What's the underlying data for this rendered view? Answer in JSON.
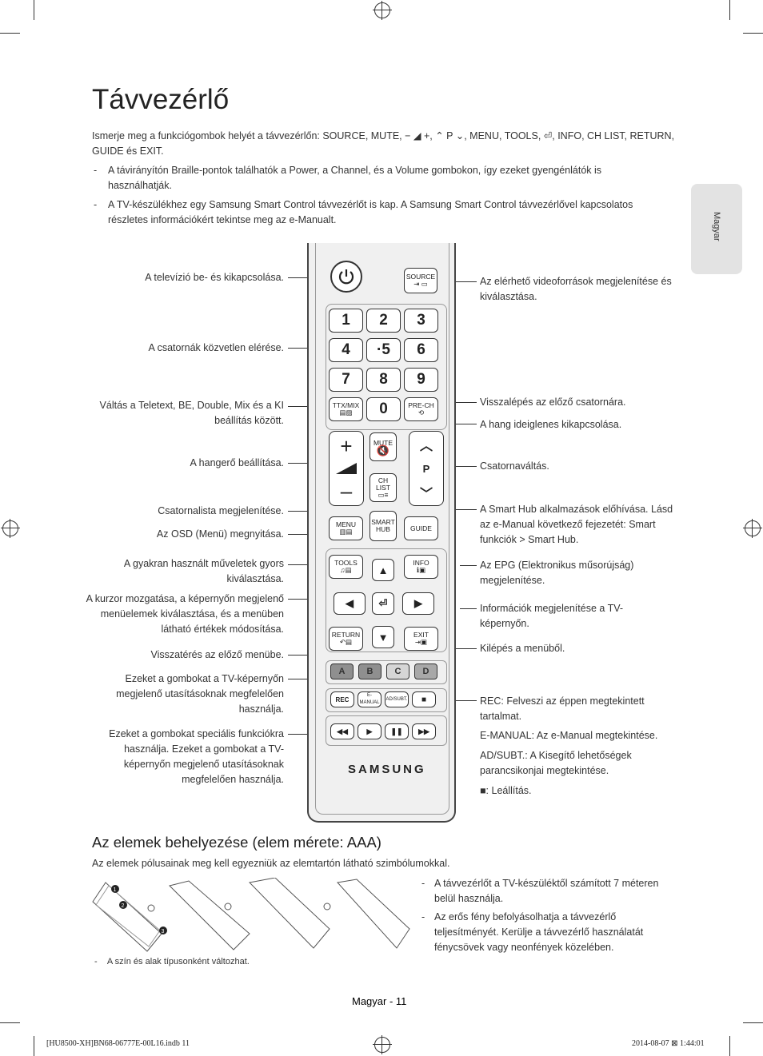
{
  "page": {
    "title": "Távvezérlő",
    "intro_text": "Ismerje meg a funkciógombok helyét a távvezérlőn: SOURCE, MUTE, − ◢ +, ⌃ P ⌄, MENU, TOOLS, ⏎, INFO, CH LIST, RETURN, GUIDE és EXIT.",
    "bullets": [
      "A távirányítón Braille-pontok találhatók a Power, a Channel, és a Volume gombokon, így ezeket gyengénlátók is használhatják.",
      "A TV-készülékhez egy Samsung Smart Control távvezérlőt is kap. A Samsung Smart Control távvezérlővel kapcsolatos részletes információkért tekintse meg az e-Manualt."
    ],
    "side_tab": "Magyar"
  },
  "left_labels": [
    "A televízió be- és kikapcsolása.",
    "A csatornák közvetlen elérése.",
    "Váltás a Teletext, BE, Double, Mix és a KI beállítás között.",
    "A hangerő beállítása.",
    "Csatornalista megjelenítése.",
    "Az OSD (Menü) megnyitása.",
    "A gyakran használt műveletek gyors kiválasztása.",
    "A kurzor mozgatása, a képernyőn megjelenő menüelemek kiválasztása, és a menüben látható értékek módosítása.",
    "Visszatérés az előző menübe.",
    "Ezeket a gombokat a TV-képernyőn megjelenő utasításoknak megfelelően használja.",
    "Ezeket a gombokat speciális funkciókra használja. Ezeket a gombokat a TV-képernyőn megjelenő utasításoknak megfelelően használja."
  ],
  "right_labels": {
    "source": "Az elérhető videoforrások megjelenítése és kiválasztása.",
    "prech": "Visszalépés az előző csatornára.",
    "mute": "A hang ideiglenes kikapcsolása.",
    "channel": "Csatornaváltás.",
    "smarthub": "A Smart Hub alkalmazások előhívása. Lásd az e-Manual következő fejezetét: Smart funkciók > Smart Hub.",
    "epg": "Az EPG (Elektronikus műsorújság) megjelenítése.",
    "info": "Információk megjelenítése a TV-képernyőn.",
    "exit": "Kilépés a menüből.",
    "rec": "REC: Felveszi az éppen megtekintett tartalmat.",
    "emanual": "E-MANUAL: Az e-Manual megtekintése.",
    "adsubt": "AD/SUBT.: A Kisegítő lehetőségek parancsikonjai megtekintése.",
    "stop": "■: Leállítás."
  },
  "remote": {
    "numbers": [
      "1",
      "2",
      "3",
      "4",
      "·5",
      "6",
      "7",
      "8",
      "9",
      "0"
    ],
    "ttx": "TTX/MIX",
    "prech": "PRE-CH",
    "mute": "MUTE",
    "chlist": "CH LIST",
    "p": "P",
    "menu": "MENU",
    "smarthub": "SMART HUB",
    "guide": "GUIDE",
    "source": "SOURCE",
    "tools": "TOOLS",
    "info": "INFO",
    "return": "RETURN",
    "exit": "EXIT",
    "colors": [
      {
        "label": "A",
        "color": "#8f8f8f"
      },
      {
        "label": "B",
        "color": "#8f8f8f"
      },
      {
        "label": "C",
        "color": "#d6d6d6"
      },
      {
        "label": "D",
        "color": "#a8a8a8"
      }
    ],
    "rec": "REC",
    "emanual": "E-MANUAL",
    "adsubt": "AD/SUBT.",
    "brand": "SAMSUNG"
  },
  "battery": {
    "heading": "Az elemek behelyezése (elem mérete: AAA)",
    "text": "Az elemek pólusainak meg kell egyezniük az elemtartón látható szimbólumokkal.",
    "notes": [
      "A távvezérlőt a TV-készüléktől számított 7 méteren belül használja.",
      "Az erős fény befolyásolhatja a távvezérlő teljesítményét. Kerülje a távvezérlő használatát fénycsövek vagy neonfények közelében."
    ],
    "figure_note": "A szín és alak típusonként változhat.",
    "step_numbers": [
      "1",
      "2",
      "3"
    ]
  },
  "footer": {
    "page_label": "Magyar - 11",
    "slug_left": "[HU8500-XH]BN68-06777E-00L16.indb   11",
    "slug_right": "2014-08-07   ⊠ 1:44:01"
  }
}
